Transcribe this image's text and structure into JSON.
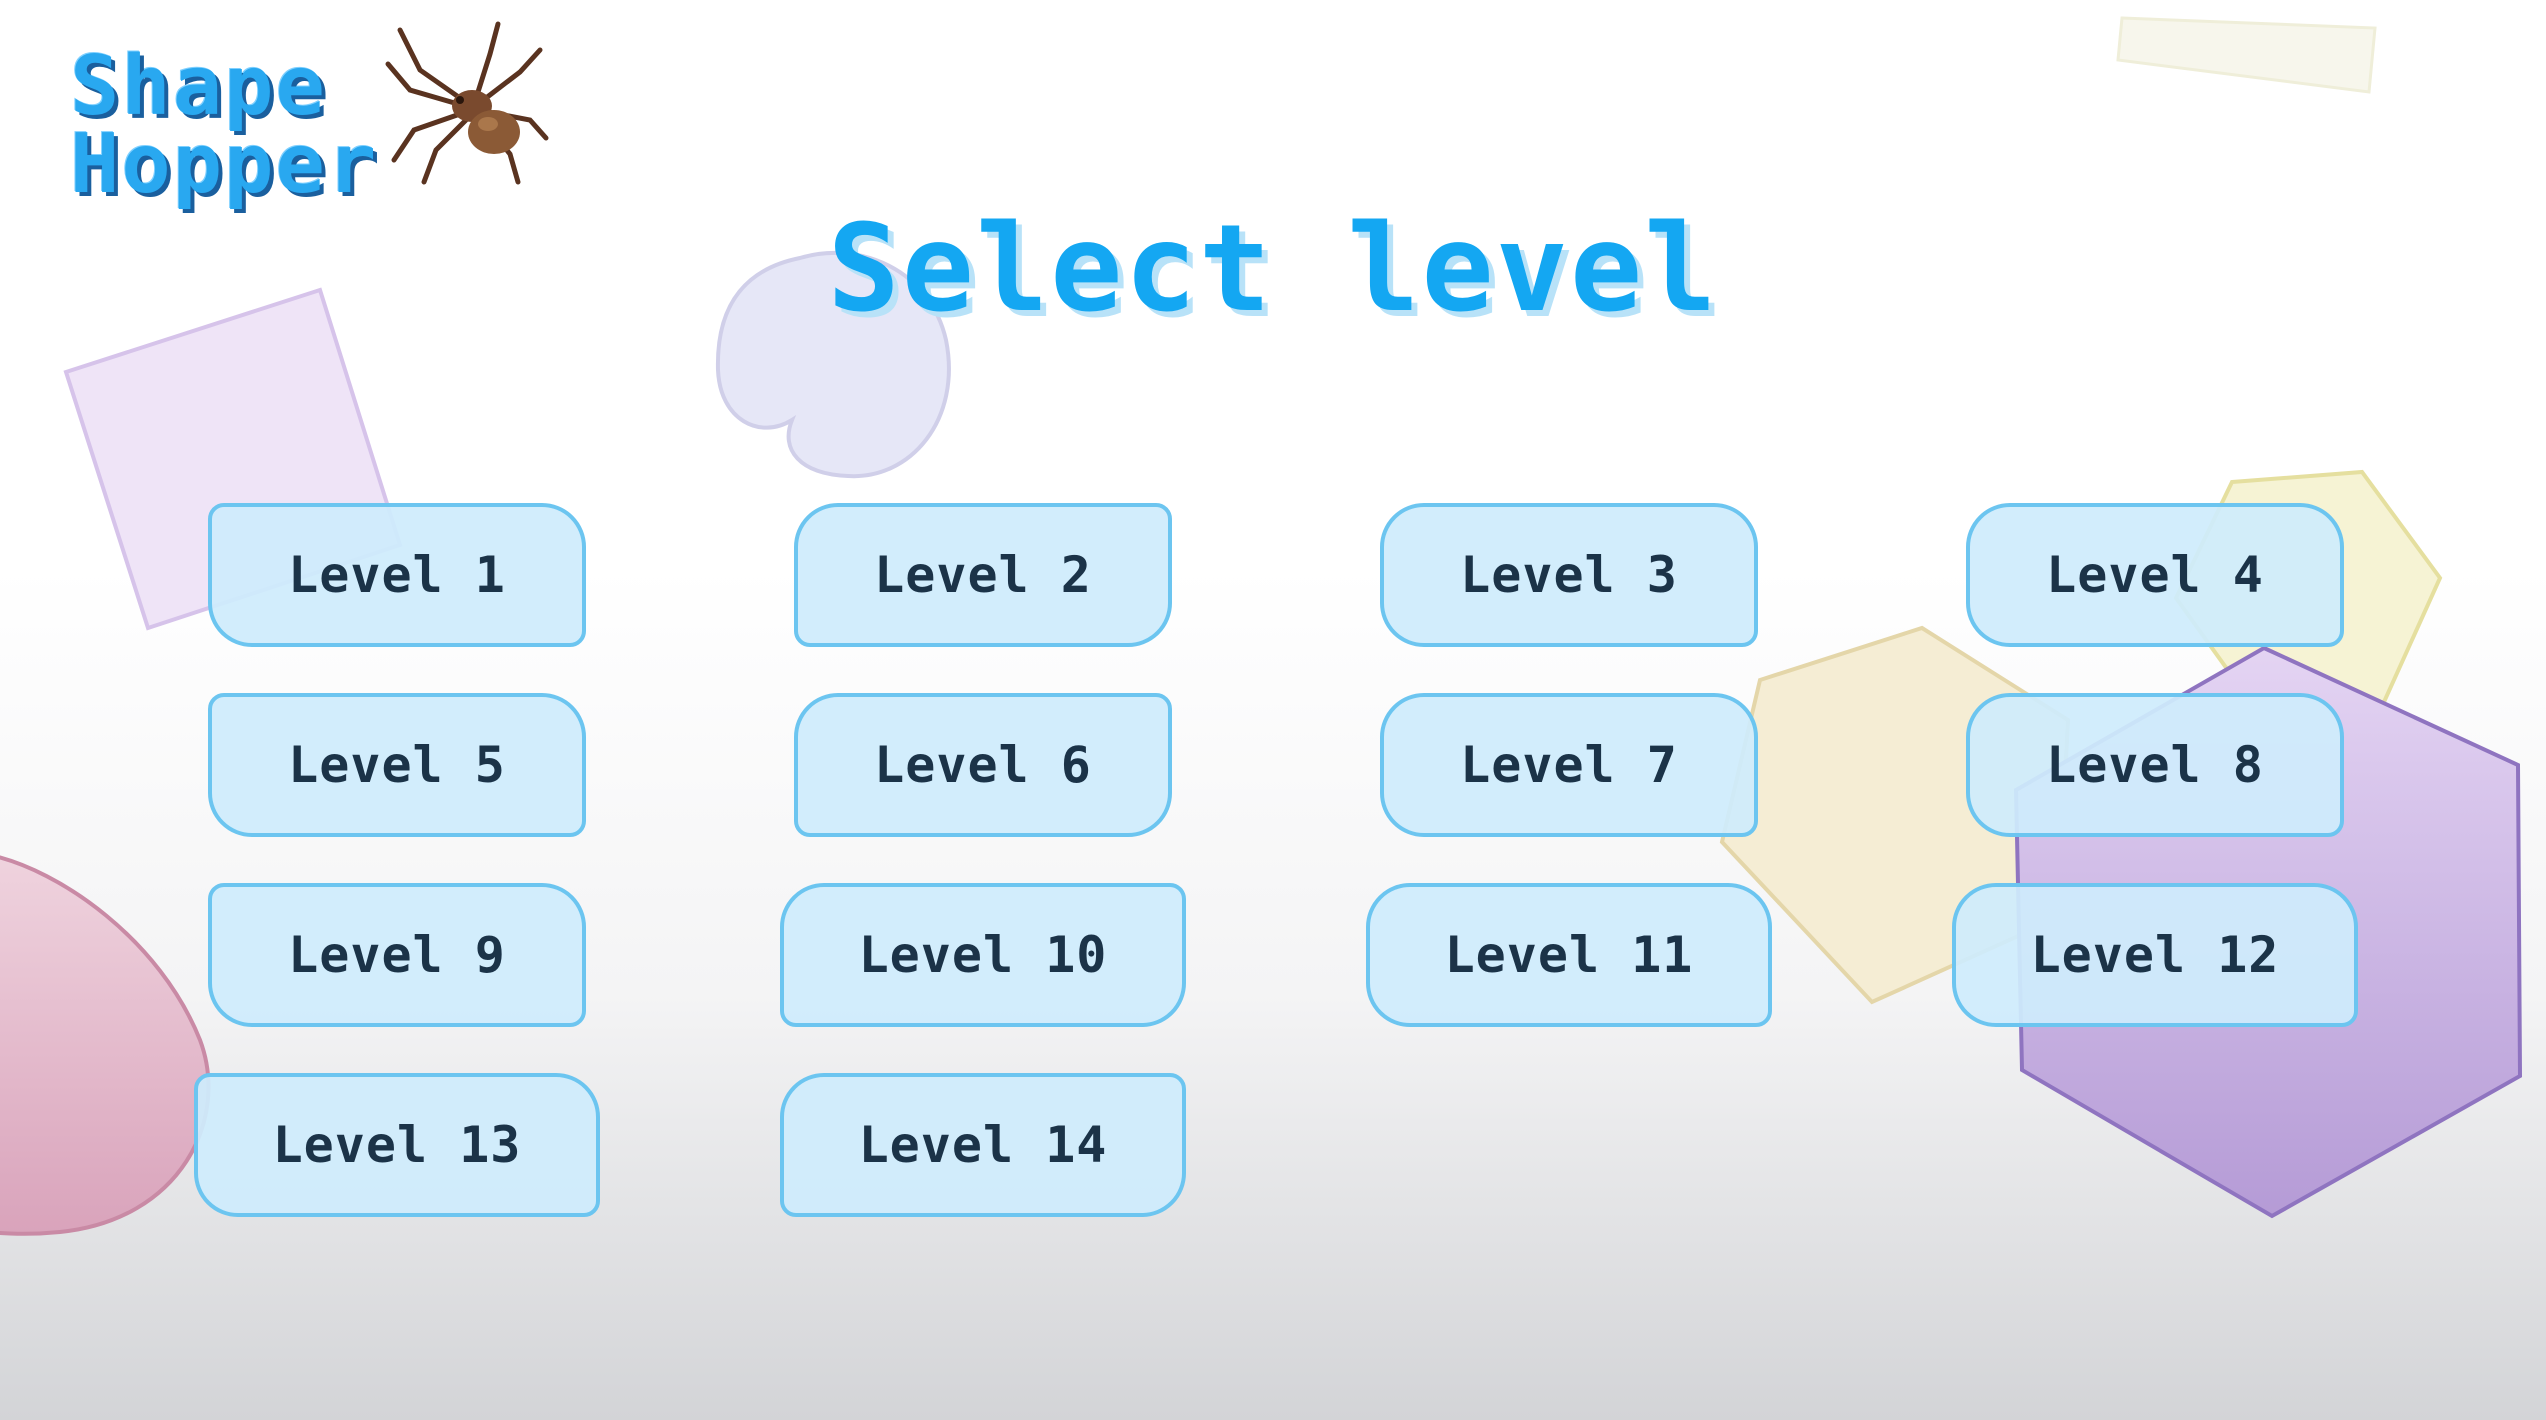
{
  "logo": {
    "line1": "Shape",
    "line2": "Hopper",
    "mascot_icon": "spider-icon"
  },
  "title": "Select level",
  "levels": [
    "Level 1",
    "Level 2",
    "Level 3",
    "Level 4",
    "Level 5",
    "Level 6",
    "Level 7",
    "Level 8",
    "Level 9",
    "Level 10",
    "Level 11",
    "Level 12",
    "Level 13",
    "Level 14"
  ],
  "colors": {
    "accent": "#14a7f2",
    "button_fill": "#cfecfc",
    "button_border": "#6cc5f0",
    "button_text": "#1b3348"
  }
}
